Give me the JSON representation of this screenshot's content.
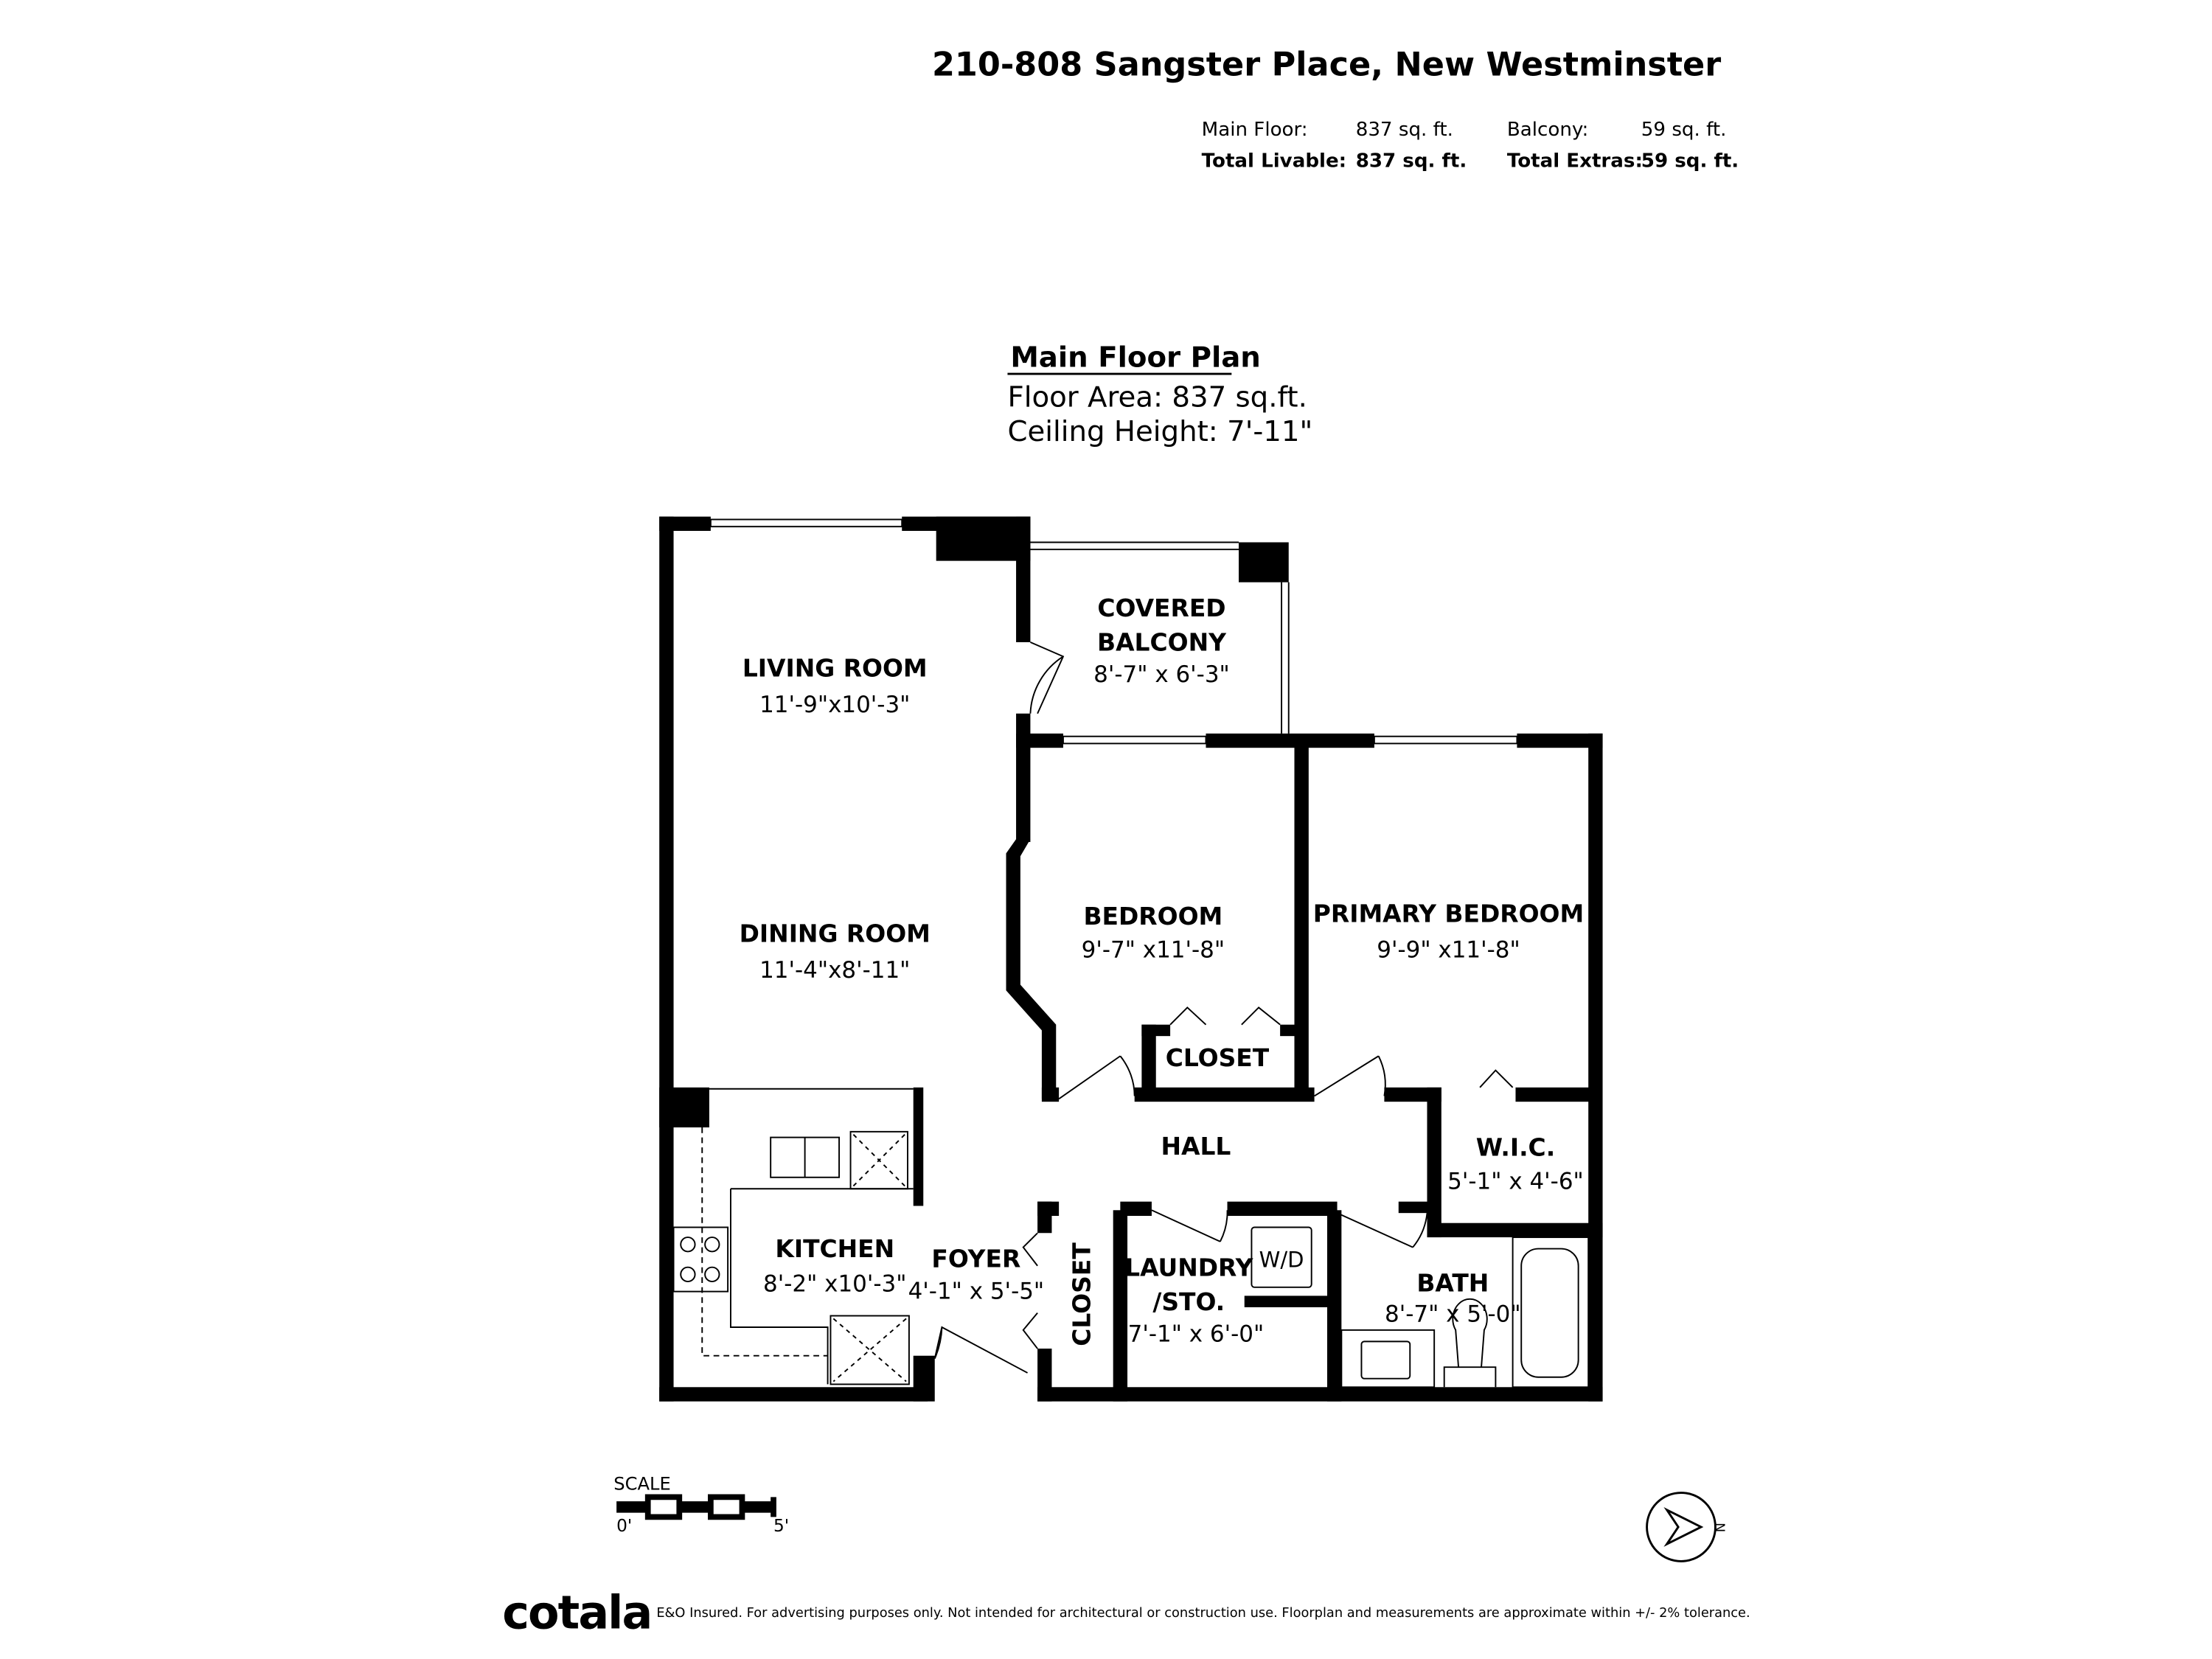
{
  "header": {
    "address": "210-808 Sangster Place, New Westminster",
    "areas": {
      "main_floor_label": "Main Floor:",
      "main_floor_value": "837 sq. ft.",
      "balcony_label": "Balcony:",
      "balcony_value": "59  sq. ft.",
      "total_livable_label": "Total Livable:",
      "total_livable_value": "837 sq. ft.",
      "total_extras_label": "Total Extras:",
      "total_extras_value": "59 sq. ft."
    }
  },
  "plan": {
    "title": "Main Floor Plan",
    "floor_area": "Floor Area: 837 sq.ft.",
    "ceiling_height": "Ceiling Height: 7'-11\"",
    "rooms": [
      {
        "name": "LIVING ROOM",
        "dims": "11'-9\"x10'-3\""
      },
      {
        "name": "COVERED",
        "name2": "BALCONY",
        "dims": "8'-7\" x 6'-3\""
      },
      {
        "name": "DINING ROOM",
        "dims": "11'-4\"x8'-11\""
      },
      {
        "name": "BEDROOM",
        "dims": "9'-7\" x11'-8\""
      },
      {
        "name": "PRIMARY BEDROOM",
        "dims": "9'-9\" x11'-8\""
      },
      {
        "name": "CLOSET"
      },
      {
        "name": "HALL"
      },
      {
        "name": "W.I.C.",
        "dims": "5'-1\" x 4'-6\""
      },
      {
        "name": "KITCHEN",
        "dims": "8'-2\" x10'-3\""
      },
      {
        "name": "FOYER",
        "dims": "4'-1\" x 5'-5\""
      },
      {
        "name": "CLOSET"
      },
      {
        "name": "LAUNDRY",
        "name2": "/STO.",
        "dims": "7'-1\" x 6'-0\""
      },
      {
        "name": "BATH",
        "dims": "8'-7\" x 5'-0\""
      }
    ],
    "wd_label": "W/D"
  },
  "scale": {
    "label": "SCALE",
    "min": "0'",
    "max": "5'"
  },
  "compass": {
    "direction": "N"
  },
  "footer": {
    "logo": "cotala",
    "disclaimer": "E&O Insured. For advertising purposes only. Not intended for architectural or construction use. Floorplan and measurements are approximate within +/- 2% tolerance."
  }
}
